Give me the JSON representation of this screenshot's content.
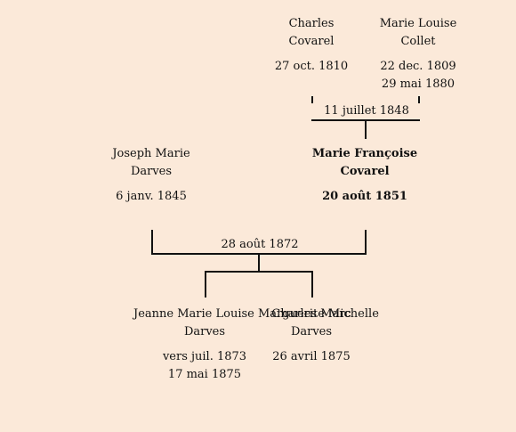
{
  "people": {
    "charles": {
      "name1": "Charles",
      "name2": "Covarel",
      "date1": "27 oct. 1810",
      "date2": ""
    },
    "marie_louise": {
      "name1": "Marie Louise",
      "name2": "Collet",
      "date1": "22 dec. 1809",
      "date2": "29 mai 1880"
    },
    "joseph": {
      "name1": "Joseph Marie",
      "name2": "Darves",
      "date1": "6 janv. 1845",
      "date2": ""
    },
    "marie_francoise": {
      "name1": "Marie Françoise",
      "name2": "Covarel",
      "date1": "20 août 1851",
      "date2": ""
    },
    "jeanne": {
      "name1": "Jeanne Marie Louise Marguerite Michelle",
      "name2": "Darves",
      "date1": "vers juil. 1873",
      "date2": "17 mai 1875"
    },
    "charles_marc": {
      "name1": "Charles Marc",
      "name2": "Darves",
      "date1": "26 avril 1875",
      "date2": ""
    }
  },
  "marriages": {
    "parents": "11 juillet 1848",
    "couple": "28 août 1872"
  }
}
